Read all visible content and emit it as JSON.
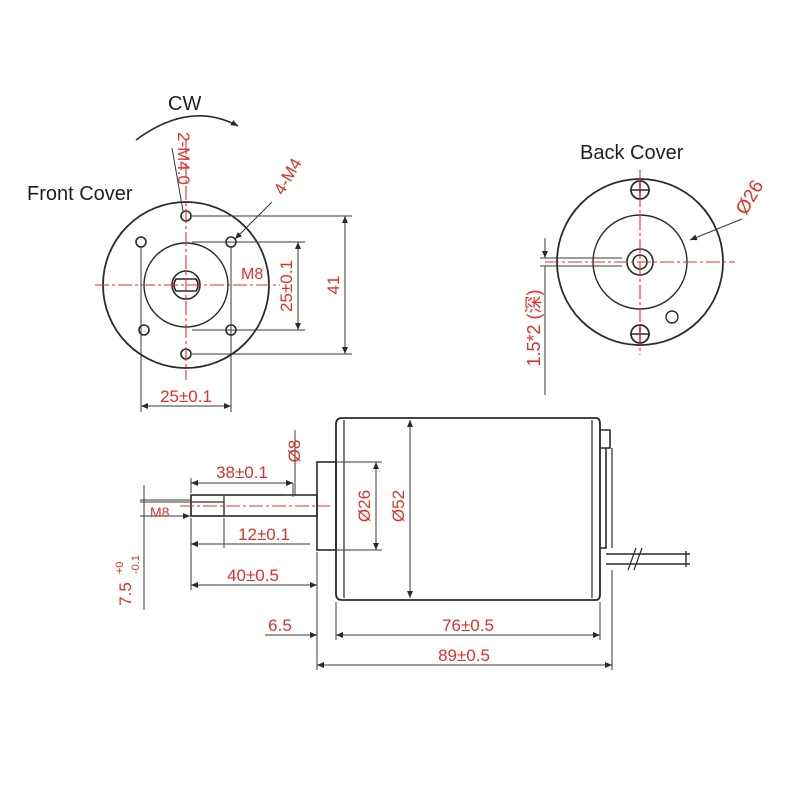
{
  "labels": {
    "rotation": "CW",
    "front_cover": "Front Cover",
    "back_cover": "Back Cover"
  },
  "front": {
    "hole_callout_top": "2-M4.0",
    "hole_callout_side": "4-M4",
    "shaft_thread": "M8",
    "vertical_hole_spacing": "25±0.1",
    "overall_height": "41",
    "horizontal_hole_spacing": "25±0.1"
  },
  "back": {
    "diameter": "Ø26",
    "recess": "1.5*2 (深)"
  },
  "side": {
    "shaft_length": "38±0.1",
    "shaft_diameter": "Ø8",
    "thread_label": "M8",
    "flat_length": "12±0.1",
    "shaft_total": "40±0.5",
    "shoulder_diameter": "Ø26",
    "body_diameter": "Ø52",
    "flat_depth": "7.5",
    "flat_tol_upper": "+0",
    "flat_tol_lower": "-0.1",
    "boss_length": "6.5",
    "body_length": "76±0.5",
    "total_length": "89±0.5"
  },
  "colors": {
    "dimension_text": "#e0302a",
    "linework": "#2a2a2a",
    "centerline": "#e0302a"
  }
}
